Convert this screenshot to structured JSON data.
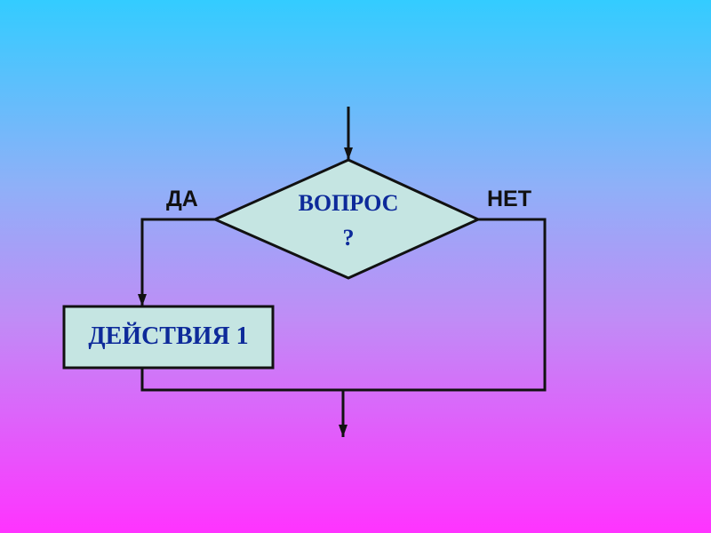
{
  "diagram": {
    "decision": {
      "text": "ВОПРОС",
      "mark": "?"
    },
    "yes_label": "ДА",
    "no_label": "НЕТ",
    "action": {
      "text": "ДЕЙСТВИЯ 1"
    },
    "colors": {
      "shape_fill": "#c5e5e2",
      "text": "#0d2a9a",
      "line": "#111111"
    }
  }
}
